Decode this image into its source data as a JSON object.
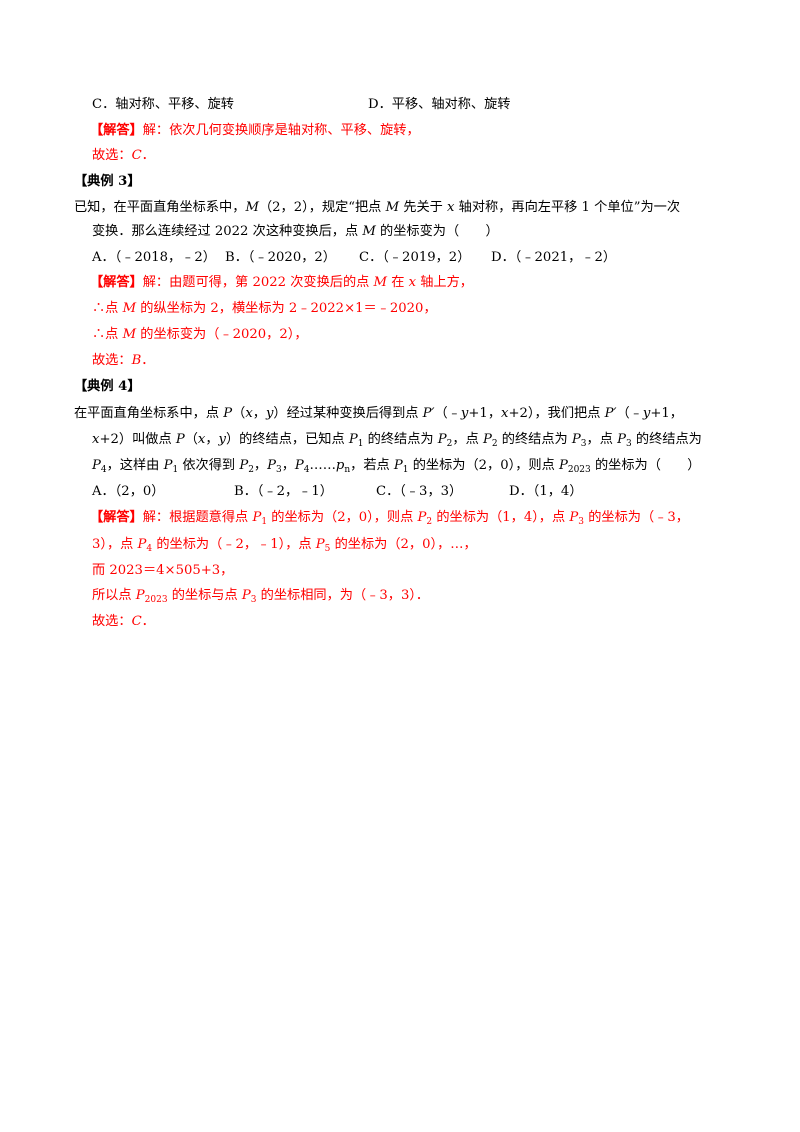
{
  "ex2": {
    "opt_c": "C．轴对称、平移、旋转",
    "opt_d": "D．平移、轴对称、旋转",
    "ans_tag": "【解答】",
    "ans_text": "解：依次几何变换顺序是轴对称、平移、旋转，",
    "choose": "故选：",
    "choose_letter": "C",
    "period": "．"
  },
  "ex3": {
    "heading": "【典例 3】",
    "q_line1_a": "已知，在平面直角坐标系中，",
    "q_m": "M",
    "q_line1_b": "（2，2），规定“把点 ",
    "q_line1_c": " 先关于 ",
    "q_x": "x",
    "q_line1_d": " 轴对称，再向左平移 1 个单位”为一次",
    "q_line2_a": "变换．那么连续经过 2022 次这种变换后，点 ",
    "q_line2_b": " 的坐标变为（　　）",
    "options": [
      "A．（﹣2018，﹣2）",
      "B．（﹣2020，2）",
      "C．（﹣2019，2）",
      "D．（﹣2021，﹣2）"
    ],
    "ans_tag": "【解答】",
    "ans1_a": "解：由题可得，第 2022 次变换后的点 ",
    "ans1_b": " 在 ",
    "ans1_c": " 轴上方，",
    "ans2_a": "∴点 ",
    "ans2_b": " 的纵坐标为 2，横坐标为 2﹣2022×1＝﹣2020，",
    "ans3_a": "∴点 ",
    "ans3_b": " 的坐标变为（﹣2020，2），",
    "choose": "故选：",
    "choose_letter": "B",
    "period": "．"
  },
  "ex4": {
    "heading": "【典例 4】",
    "q1_a": "在平面直角坐标系中，点 ",
    "p": "P",
    "q1_b": "（",
    "x": "x",
    "comma": "，",
    "y": "y",
    "q1_c": "）经过某种变换后得到点 ",
    "pprime": "P′",
    "q1_d": "（﹣",
    "q1_e": "+1，",
    "q1_f": "+2），我们把点 ",
    "q1_g": "（﹣",
    "q1_h": "+1，",
    "q2_a": "+2）叫做点 ",
    "q2_b": "）的终结点，已知点 ",
    "sub1": "1",
    "sub2": "2",
    "sub3": "3",
    "sub4": "4",
    "sub5": "5",
    "subn": "n",
    "sub2023": "2023",
    "q2_c": " 的终结点为 ",
    "q2_d": "，点 ",
    "q2_e": " 的终结点为 ",
    "q2_f": "，点 ",
    "q2_g": " 的终结点为",
    "q3_a": "，这样由 ",
    "q3_b": " 依次得到 ",
    "q3_c": "，",
    "q3_d": "，",
    "q3_e": "……",
    "pn": "p",
    "q3_f": "，若点 ",
    "q3_g": " 的坐标为（2，0），则点 ",
    "q3_h": " 的坐标为（　　）",
    "options": [
      "A．（2，0）",
      "B．（﹣2，﹣1）",
      "C．（﹣3，3）",
      "D．（1，4）"
    ],
    "ans_tag": "【解答】",
    "ans1_a": "解：根据题意得点 ",
    "ans1_b": " 的坐标为（2，0），则点 ",
    "ans1_c": " 的坐标为（1，4），点 ",
    "ans1_d": " 的坐标为（﹣3，",
    "ans2_a": "3），点 ",
    "ans2_b": " 的坐标为（﹣2，﹣1），点 ",
    "ans2_c": " 的坐标为（2，0），…，",
    "ans3": "而 2023＝4×505+3，",
    "ans4_a": "所以点 ",
    "ans4_b": " 的坐标与点 ",
    "ans4_c": " 的坐标相同，为（﹣3，3）．",
    "choose": "故选：",
    "choose_letter": "C",
    "period": "．"
  },
  "colors": {
    "answer": "#ff0000",
    "text": "#000000"
  }
}
